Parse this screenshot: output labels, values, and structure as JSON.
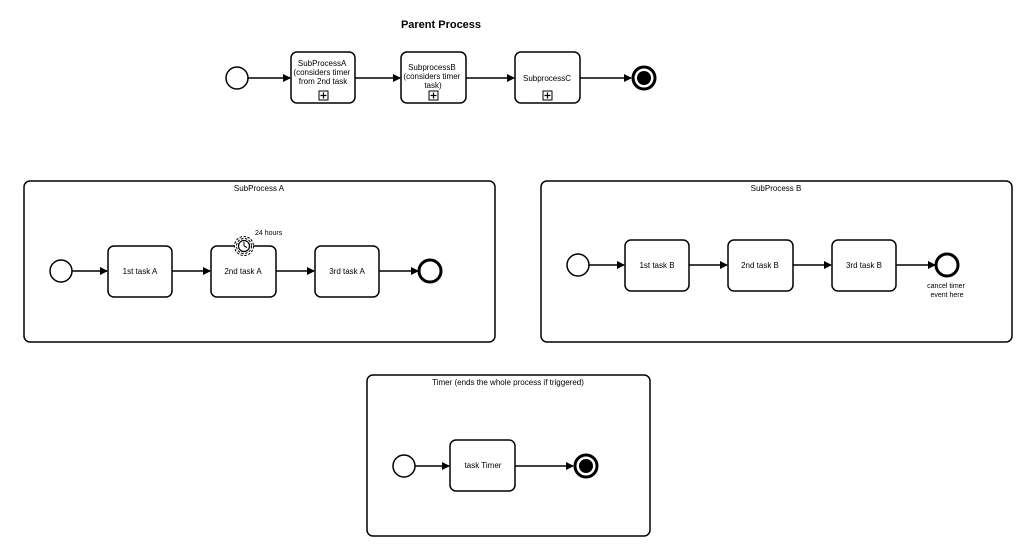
{
  "title": "Parent Process",
  "parent": {
    "tasks": [
      {
        "lines": [
          "SubProcessA",
          "(considers timer",
          "from 2nd task"
        ]
      },
      {
        "lines": [
          "SubprocessB",
          "(considers timer",
          "task)"
        ]
      },
      {
        "lines": [
          "SubprocessC"
        ]
      }
    ]
  },
  "subprocess_a": {
    "label": "SubProcess A",
    "tasks": [
      "1st task A",
      "2nd task A",
      "3rd task A"
    ],
    "timer_label": "24 hours"
  },
  "subprocess_b": {
    "label": "SubProcess B",
    "tasks": [
      "1st task B",
      "2nd task B",
      "3rd task B"
    ],
    "end_label": [
      "cancel timer",
      "event here"
    ]
  },
  "timer_process": {
    "label": "Timer (ends the whole process if triggered)",
    "tasks": [
      "task Timer"
    ]
  }
}
